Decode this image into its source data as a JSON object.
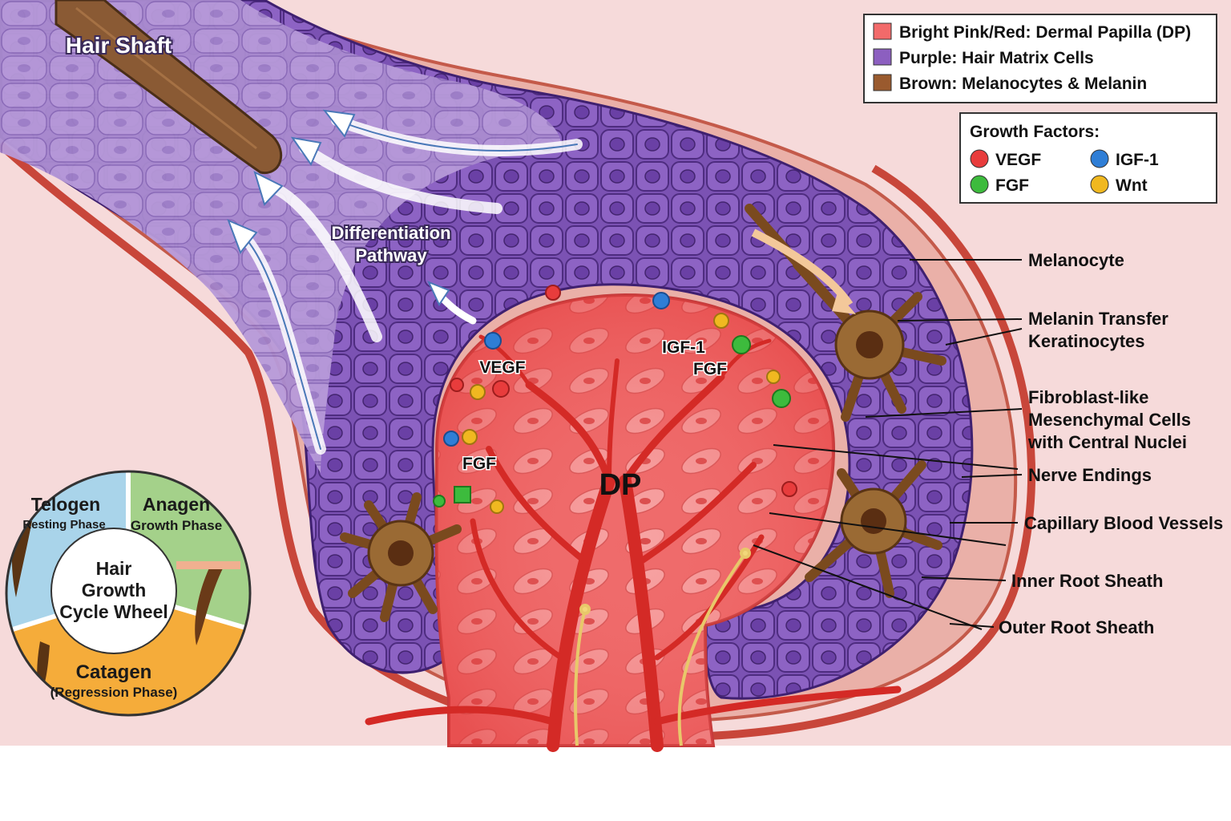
{
  "title": "Hair Shaft",
  "legend": {
    "items": [
      {
        "label": "Bright Pink/Red: Dermal Papilla (DP)",
        "color": "#f26a6a"
      },
      {
        "label": "Purple: Hair Matrix Cells",
        "color": "#8c5fc0"
      },
      {
        "label": "Brown: Melanocytes & Melanin",
        "color": "#9a5a2e"
      }
    ]
  },
  "growth_factors": {
    "title": "Growth Factors:",
    "items": [
      {
        "label": "VEGF",
        "color": "#e83c3c"
      },
      {
        "label": "IGF-1",
        "color": "#2f7ed6"
      },
      {
        "label": "FGF",
        "color": "#3dbb3d"
      },
      {
        "label": "Wnt",
        "color": "#f0b820"
      }
    ]
  },
  "colors": {
    "background": "#f6dada",
    "dp": "#ef6464",
    "matrix": "#7a4fb0",
    "matrix_dark": "#5d3592",
    "shaft": "#8a5a34",
    "vessel": "#d9302a",
    "melanocyte": "#8a5a2a"
  },
  "annotations": {
    "differentiation_1": "Differentiation",
    "differentiation_2": "Pathway",
    "dp": "DP",
    "vegf": "VEGF",
    "igf": "IGF-1",
    "fgf_top": "FGF",
    "fgf_left": "FGF"
  },
  "labels": [
    {
      "text": "Melanocyte"
    },
    {
      "text": "Melanin Transfer",
      "text2": "Keratinocytes"
    },
    {
      "text": "Fibroblast-like",
      "text2": "Mesenchymal Cells",
      "text3": "with Central Nuclei"
    },
    {
      "text": "Nerve Endings"
    },
    {
      "text": "Capillary Blood Vessels"
    },
    {
      "text": "Inner Root Sheath"
    },
    {
      "text": "Outer Root Sheath"
    }
  ],
  "cycle_wheel": {
    "center_1": "Hair",
    "center_2": "Growth",
    "center_3": "Cycle Wheel",
    "telogen": "Telogen",
    "telogen_sub": "Resting Phase",
    "anagen": "Anagen",
    "anagen_sub": "Growth Phase",
    "catagen": "Catagen",
    "catagen_sub": "(Regression Phase)",
    "telogen_color": "#a9d4ea",
    "anagen_color": "#a4d18a",
    "catagen_color": "#f5ac3a"
  }
}
